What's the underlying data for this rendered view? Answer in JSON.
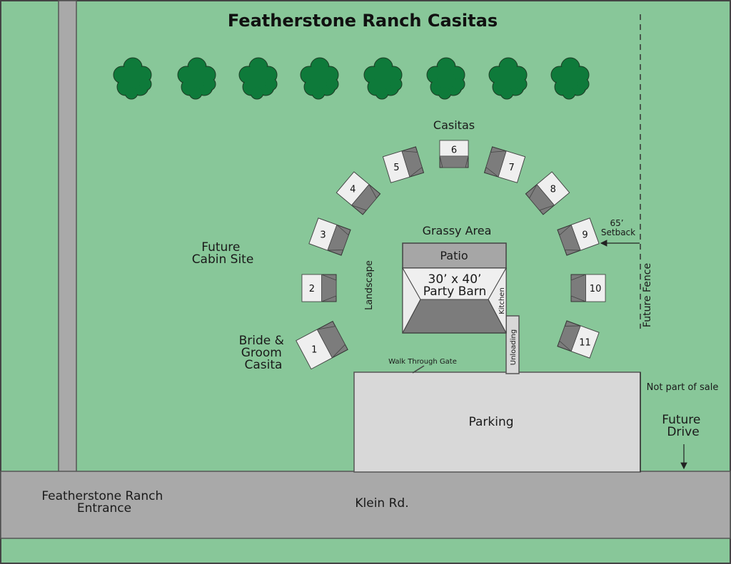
{
  "title": "Featherstone Ranch Casitas",
  "colors": {
    "grass": "#88c799",
    "road": "#a9a9a9",
    "parking": "#d8d8d8",
    "tree": "#0e7a3a",
    "roof_light": "#efefef",
    "roof_dark": "#7c7c7c",
    "outline": "#333333"
  },
  "labels": {
    "casitas": "Casitas",
    "grassy_area": "Grassy Area",
    "patio": "Patio",
    "barn_line1": "30’ x 40’",
    "barn_line2": "Party Barn",
    "kitchen": "Kitchen",
    "landscape": "Landscape",
    "unloading": "Unloading",
    "walk_through_gate": "Walk Through Gate",
    "parking": "Parking",
    "future_cabin_line1": "Future",
    "future_cabin_line2": "Cabin Site",
    "bride_line1": "Bride &",
    "bride_line2": "Groom",
    "bride_line3": "Casita",
    "setback_line1": "65’",
    "setback_line2": "Setback",
    "future_fence": "Future Fence",
    "not_part_of_sale": "Not part of sale",
    "future_drive_line1": "Future",
    "future_drive_line2": "Drive",
    "road": "Klein Rd.",
    "entrance_line1": "Featherstone Ranch",
    "entrance_line2": "Entrance"
  },
  "casitas": [
    "1",
    "2",
    "3",
    "4",
    "5",
    "6",
    "7",
    "8",
    "9",
    "10",
    "11"
  ],
  "tree_count": 8
}
